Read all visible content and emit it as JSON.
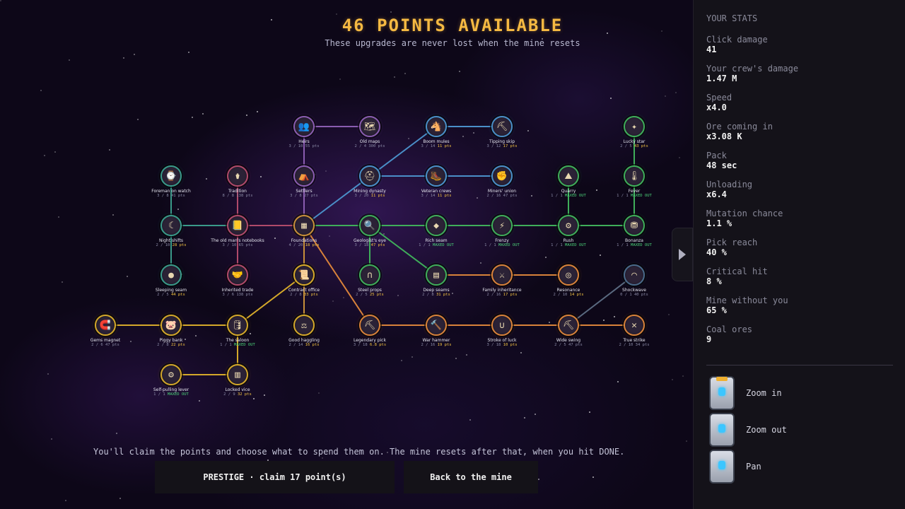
{
  "header": {
    "title": "46 POINTS AVAILABLE",
    "subtitle": "These upgrades are never lost when the mine resets"
  },
  "tree": {
    "nodes": [
      {
        "id": "heirs",
        "name": "Heirs",
        "level": "3 / 10",
        "cost": "55 pts",
        "color": "#8a5db0",
        "icon": "👥",
        "costStyle": "dim"
      },
      {
        "id": "old_maps",
        "name": "Old maps",
        "level": "2 / 4",
        "cost": "300 pts",
        "color": "#8a5db0",
        "icon": "🗺",
        "costStyle": "dim"
      },
      {
        "id": "boom_mules",
        "name": "Boom mules",
        "level": "3 / 14",
        "cost": "11 pts",
        "color": "#4a8fc8",
        "icon": "🐴",
        "costStyle": "gold"
      },
      {
        "id": "tipping_skip",
        "name": "Tipping skip",
        "level": "3 / 12",
        "cost": "17 pts",
        "color": "#4a8fc8",
        "icon": "⛏",
        "costStyle": "gold"
      },
      {
        "id": "lucky_star",
        "name": "Lucky star",
        "level": "2 / 5",
        "cost": "43 pts",
        "color": "#3fae5a",
        "icon": "✦",
        "costStyle": "gold"
      },
      {
        "id": "foreman_on_watch",
        "name": "Foreman on watch",
        "level": "3 / 8",
        "cost": "41 pts",
        "color": "#3a9a8a",
        "icon": "⌚",
        "costStyle": "dim"
      },
      {
        "id": "tradition",
        "name": "Tradition",
        "level": "8 / 8",
        "cost": "138 pts",
        "color": "#b04a6a",
        "icon": "⚱",
        "costStyle": "dim"
      },
      {
        "id": "settlers",
        "name": "Settlers",
        "level": "3 / 8",
        "cost": "27 pts",
        "color": "#8a5db0",
        "icon": "⛺",
        "costStyle": "dim"
      },
      {
        "id": "mining_dynasty",
        "name": "Mining dynasty",
        "level": "3 / 20",
        "cost": "11 pts",
        "color": "#4a8fc8",
        "icon": "⛑",
        "costStyle": "gold"
      },
      {
        "id": "veteran_crews",
        "name": "Veteran crews",
        "level": "3 / 14",
        "cost": "11 pts",
        "color": "#4a8fc8",
        "icon": "🥾",
        "costStyle": "gold"
      },
      {
        "id": "miners_union",
        "name": "Miners' union",
        "level": "2 / 16",
        "cost": "47 pts",
        "color": "#4a8fc8",
        "icon": "✊",
        "costStyle": "dim"
      },
      {
        "id": "quarry",
        "name": "Quarry",
        "level": "1 / 1",
        "cost": "MAXED OUT",
        "color": "#3fae5a",
        "icon": "⛰",
        "costStyle": "maxed"
      },
      {
        "id": "fever",
        "name": "Fever",
        "level": "1 / 1",
        "cost": "MAXED OUT",
        "color": "#3fae5a",
        "icon": "🌡",
        "costStyle": "maxed"
      },
      {
        "id": "night_shifts",
        "name": "Night shifts",
        "level": "2 / 10",
        "cost": "28 pts",
        "color": "#3a9a8a",
        "icon": "☾",
        "costStyle": "gold"
      },
      {
        "id": "old_notebooks",
        "name": "The old man's notebooks",
        "level": "3 / 10",
        "cost": "65 pts",
        "color": "#b04a6a",
        "icon": "📒",
        "costStyle": "dim"
      },
      {
        "id": "foundations",
        "name": "Foundations",
        "level": "4 / 20",
        "cost": "18 pts",
        "color": "#c8903a",
        "icon": "▦",
        "costStyle": "gold"
      },
      {
        "id": "geologists_eye",
        "name": "Geologist's eye",
        "level": "3 / 18",
        "cost": "47 pts",
        "color": "#3fae5a",
        "icon": "🔍",
        "costStyle": "gold"
      },
      {
        "id": "rich_seam",
        "name": "Rich seam",
        "level": "1 / 1",
        "cost": "MAXED OUT",
        "color": "#3fae5a",
        "icon": "◆",
        "costStyle": "maxed"
      },
      {
        "id": "frenzy",
        "name": "Frenzy",
        "level": "1 / 1",
        "cost": "MAXED OUT",
        "color": "#3fae5a",
        "icon": "⚡",
        "costStyle": "maxed"
      },
      {
        "id": "rush",
        "name": "Rush",
        "level": "1 / 1",
        "cost": "MAXED OUT",
        "color": "#3fae5a",
        "icon": "⚙",
        "costStyle": "maxed"
      },
      {
        "id": "bonanza",
        "name": "Bonanza",
        "level": "1 / 1",
        "cost": "MAXED OUT",
        "color": "#3fae5a",
        "icon": "⛃",
        "costStyle": "maxed"
      },
      {
        "id": "sleeping_seam",
        "name": "Sleeping seam",
        "level": "2 / 5",
        "cost": "44 pts",
        "color": "#3a9a8a",
        "icon": "●",
        "costStyle": "gold"
      },
      {
        "id": "inherited_trade",
        "name": "Inherited trade",
        "level": "3 / 6",
        "cost": "138 pts",
        "color": "#b04a6a",
        "icon": "🤝",
        "costStyle": "dim"
      },
      {
        "id": "contract_office",
        "name": "Contract office",
        "level": "2 / 8",
        "cost": "33 pts",
        "color": "#d4a82a",
        "icon": "📜",
        "costStyle": "gold"
      },
      {
        "id": "steel_props",
        "name": "Steel props",
        "level": "2 / 5",
        "cost": "25 pts",
        "color": "#3fae5a",
        "icon": "∩",
        "costStyle": "gold"
      },
      {
        "id": "deep_seams",
        "name": "Deep seams",
        "level": "2 / 8",
        "cost": "31 pts",
        "color": "#3fae5a",
        "icon": "▤",
        "costStyle": "gold"
      },
      {
        "id": "family_inheritance",
        "name": "Family inheritance",
        "level": "2 / 16",
        "cost": "17 pts",
        "color": "#d8823a",
        "icon": "⚔",
        "costStyle": "gold"
      },
      {
        "id": "resonance",
        "name": "Resonance",
        "level": "2 / 10",
        "cost": "14 pts",
        "color": "#d8823a",
        "icon": "◎",
        "costStyle": "gold"
      },
      {
        "id": "shockwave",
        "name": "Shockwave",
        "level": "0 / 1",
        "cost": "40 pts",
        "color": "#4a6a8a",
        "icon": "◠",
        "costStyle": "dim"
      },
      {
        "id": "gems_magnet",
        "name": "Gems magnet",
        "level": "2 / 6",
        "cost": "47 pts",
        "color": "#d4a82a",
        "icon": "🧲",
        "costStyle": "dim"
      },
      {
        "id": "piggy_bank",
        "name": "Piggy bank",
        "level": "2 / 8",
        "cost": "22 pts",
        "color": "#d4a82a",
        "icon": "🐷",
        "costStyle": "gold"
      },
      {
        "id": "the_saloon",
        "name": "The saloon",
        "level": "1 / 1",
        "cost": "MAXED OUT",
        "color": "#d4a82a",
        "icon": "🛢",
        "costStyle": "maxed"
      },
      {
        "id": "good_haggling",
        "name": "Good haggling",
        "level": "2 / 14",
        "cost": "16 pts",
        "color": "#d4a82a",
        "icon": "⚖",
        "costStyle": "gold"
      },
      {
        "id": "legendary_pick",
        "name": "Legendary pick",
        "level": "3 / 18",
        "cost": "6.8 pts",
        "color": "#d8823a",
        "icon": "⛏",
        "costStyle": "gold"
      },
      {
        "id": "war_hammer",
        "name": "War hammer",
        "level": "2 / 16",
        "cost": "19 pts",
        "color": "#d8823a",
        "icon": "🔨",
        "costStyle": "gold"
      },
      {
        "id": "stroke_of_luck",
        "name": "Stroke of luck",
        "level": "3 / 18",
        "cost": "10 pts",
        "color": "#d8823a",
        "icon": "∪",
        "costStyle": "gold"
      },
      {
        "id": "wide_swing",
        "name": "Wide swing",
        "level": "2 / 5",
        "cost": "47 pts",
        "color": "#d8823a",
        "icon": "⛏",
        "costStyle": "dim"
      },
      {
        "id": "true_strike",
        "name": "True strike",
        "level": "2 / 10",
        "cost": "34 pts",
        "color": "#d8823a",
        "icon": "✕",
        "costStyle": "dim"
      },
      {
        "id": "self_pulling_lever",
        "name": "Self-pulling lever",
        "level": "1 / 1",
        "cost": "MAXED OUT",
        "color": "#d4a82a",
        "icon": "⚙",
        "costStyle": "maxed"
      },
      {
        "id": "locked_vice",
        "name": "Locked vice",
        "level": "2 / 9",
        "cost": "32 pts",
        "color": "#d4a82a",
        "icon": "▥",
        "costStyle": "gold"
      }
    ]
  },
  "prestige": {
    "note": "You'll claim the points and choose what to spend them on. The mine resets after that, when you hit DONE.",
    "prestige_label": "PRESTIGE · claim 17 point(s)",
    "back_label": "Back to the mine"
  },
  "sidebar": {
    "title": "YOUR STATS",
    "stats": [
      {
        "label": "Click damage",
        "value": "41"
      },
      {
        "label": "Your crew's damage",
        "value": "1.47 M"
      },
      {
        "label": "Speed",
        "value": "x4.0"
      },
      {
        "label": "Ore coming in",
        "value": "x3.08 K"
      },
      {
        "label": "Pack",
        "value": "48 sec"
      },
      {
        "label": "Unloading",
        "value": "x6.4"
      },
      {
        "label": "Mutation chance",
        "value": "1.1 %"
      },
      {
        "label": "Pick reach",
        "value": "40 %"
      },
      {
        "label": "Critical hit",
        "value": "8 %"
      },
      {
        "label": "Mine without you",
        "value": "65 %"
      },
      {
        "label": "Coal ores",
        "value": "9"
      }
    ],
    "controls": [
      {
        "label": "Zoom in",
        "icon": "zoom-in-icon"
      },
      {
        "label": "Zoom out",
        "icon": "zoom-out-icon"
      },
      {
        "label": "Pan",
        "icon": "pan-icon"
      }
    ]
  }
}
